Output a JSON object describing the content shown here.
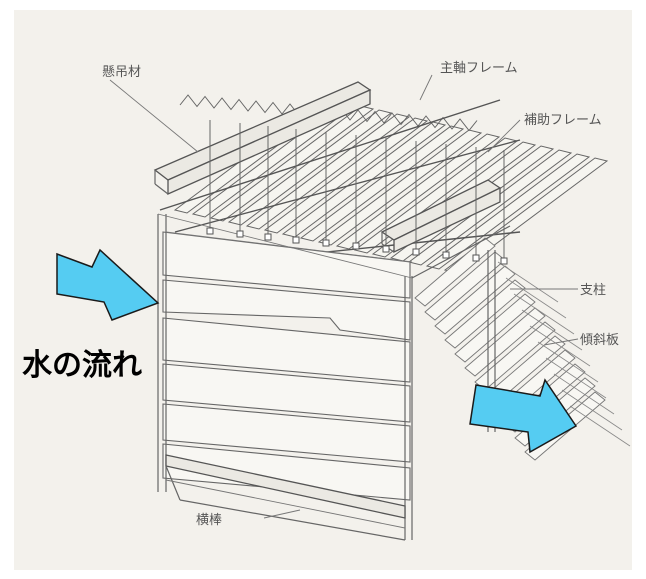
{
  "labels": {
    "suspension_member": "懸吊材",
    "main_frame": "主軸フレーム",
    "auxiliary_frame": "補助フレーム",
    "post": "支柱",
    "inclined_plate": "傾斜板",
    "cross_bar": "横棒"
  },
  "flow_label": "水の流れ",
  "colors": {
    "arrow_fill": "#55ccf2",
    "arrow_stroke": "#1a1a1a",
    "line": "#666666",
    "paper": "#f3f1ec"
  }
}
